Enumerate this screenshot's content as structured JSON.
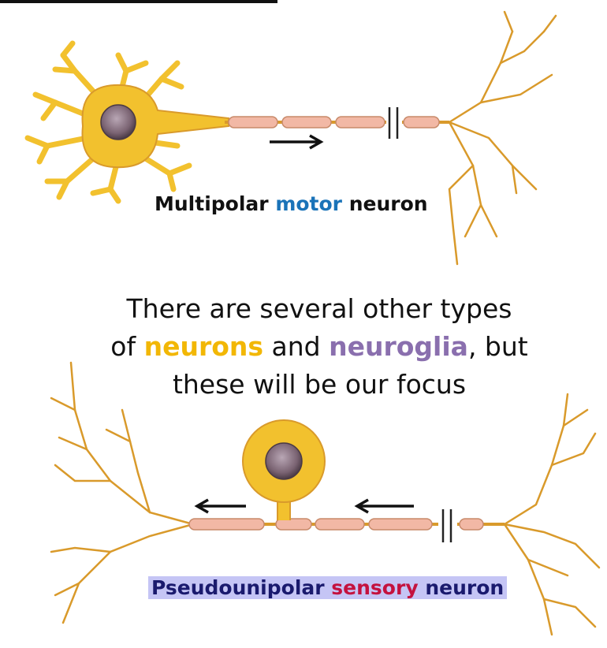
{
  "labels": {
    "motor": {
      "pre": "Multipolar ",
      "key": "motor",
      "post": " neuron"
    },
    "sensory": {
      "pre": "Pseudounipolar ",
      "key": "sensory",
      "post": " neuron"
    }
  },
  "body_text": {
    "line1": "There are several other types",
    "line2_pre": "of ",
    "neurons": "neurons",
    "line2_mid": " and ",
    "neuroglia": "neuroglia",
    "line2_post": ", but",
    "line3": "these will be our focus"
  },
  "colors": {
    "motor": "#1a73b8",
    "sensory": "#c4123f",
    "neurons": "#f2b705",
    "neuroglia": "#8a6fae",
    "dendrite": "#d99a2b",
    "cell_body": "#f2c12e",
    "myelin": "#f2b8a5"
  }
}
